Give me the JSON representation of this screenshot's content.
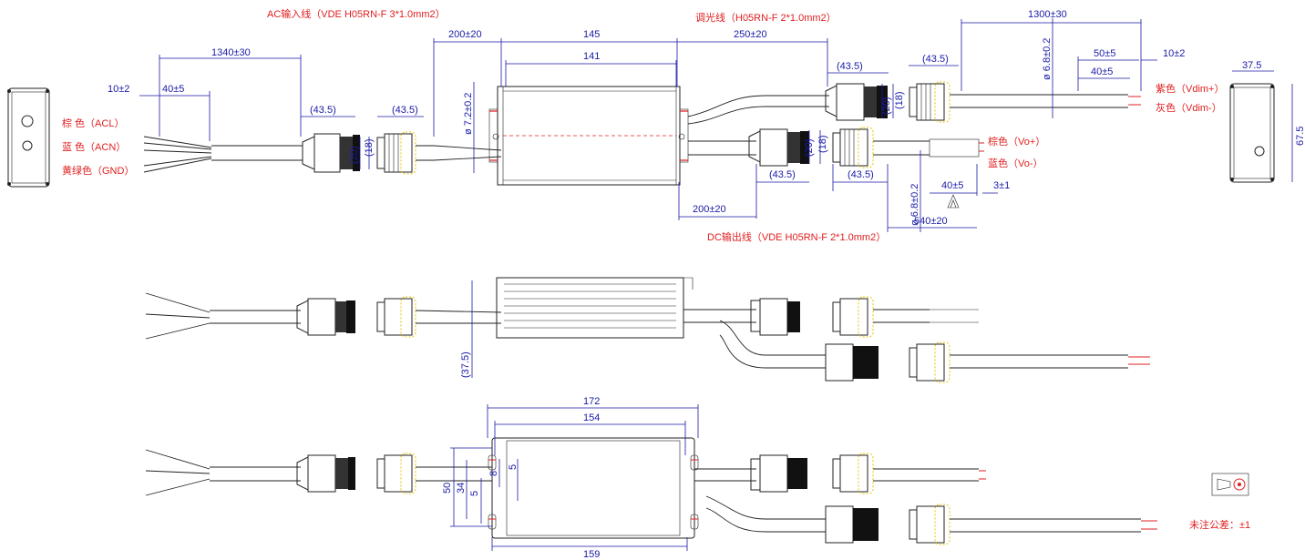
{
  "labels": {
    "ac_cable": "AC输入线（VDE H05RN-F 3*1.0mm2）",
    "dim_cable": "调光线（H05RN-F 2*1.0mm2）",
    "dc_cable": "DC输出线（VDE H05RN-F 2*1.0mm2）",
    "acl": "棕 色（ACL）",
    "acn": "蓝 色（ACN）",
    "gnd": "黄绿色（GND）",
    "vo_plus": "棕色（Vo+）",
    "vo_minus": "蓝色（Vo-）",
    "vdim_plus": "紫色（Vdim+）",
    "vdim_minus": "灰色（Vdim-）",
    "tolerance": "未注公差：±1"
  },
  "dims": {
    "d1340": "1340±30",
    "d10a": "10±2",
    "d40a": "40±5",
    "d435a": "(43.5)",
    "d435b": "(43.5)",
    "d20a": "(20)",
    "d18a": "(18)",
    "d200a": "200±20",
    "d145": "145",
    "d141": "141",
    "d72": "ø 7.2±0.2",
    "d250": "250±20",
    "d435c": "(43.5)",
    "d435d": "(43.5)",
    "d20b": "(20)",
    "d18b": "(18)",
    "d1300": "1300±30",
    "d68a": "ø 6.8±0.2",
    "d50": "50±5",
    "d40b": "40±5",
    "d10b": "10±2",
    "d375a": "37.5",
    "d675": "67.5",
    "d20c": "(20)",
    "d18c": "(18)",
    "d435e": "(43.5)",
    "d435f": "(43.5)",
    "d200b": "200±20",
    "d68b": "ø 6.8±0.2",
    "d40c": "40±5",
    "d3": "3±1",
    "d540": "540±20",
    "d375b": "(37.5)",
    "d172": "172",
    "d154": "154",
    "d50h": "50",
    "d34": "34",
    "d5a": "5",
    "d8": "8",
    "d5b": "5",
    "d159": "159"
  }
}
